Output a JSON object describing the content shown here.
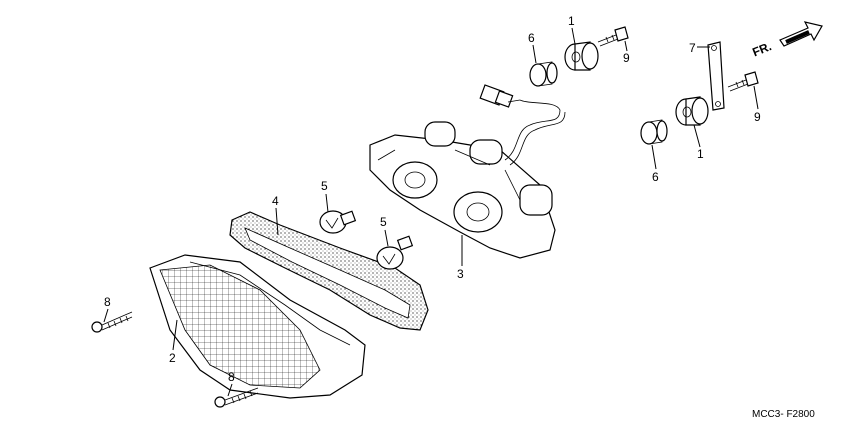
{
  "diagram": {
    "drawing_code": "MCC3- F2800",
    "direction_label": "FR.",
    "callouts": {
      "c1a": "1",
      "c1b": "1",
      "c2": "2",
      "c3": "3",
      "c4": "4",
      "c5a": "5",
      "c5b": "5",
      "c6a": "6",
      "c6b": "6",
      "c7": "7",
      "c8a": "8",
      "c8b": "8",
      "c9a": "9",
      "c9b": "9"
    }
  }
}
